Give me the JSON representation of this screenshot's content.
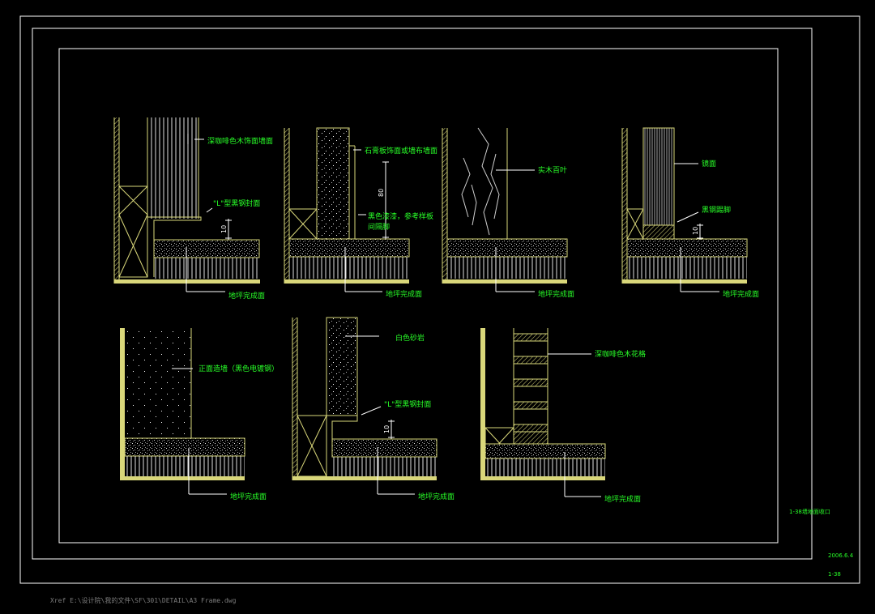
{
  "title_block": {
    "drawing_name": "1-38墙地面收口",
    "date": "2006.6.4",
    "sheet": "1-38"
  },
  "xref_path": "Xref E:\\设计院\\我的文件\\SF\\301\\DETAIL\\A3 Frame.dwg",
  "labels": {
    "d1_wall": "深咖啡色木饰面墙面",
    "d1_angle": "\"L\"型黑钢封面",
    "d1_floor": "地坪完成面",
    "d2_wall": "石膏板饰面或墙布墙面",
    "d2_paint": "黑色漆漆，参考样板",
    "d2_paint2": "间隔脚",
    "d2_floor": "地坪完成面",
    "d3_wall": "实木百叶",
    "d3_floor": "地坪完成面",
    "d4_wall": "镜面",
    "d4_trim": "黑钢踢脚",
    "d4_floor": "地坪完成面",
    "d5_wall": "正面造墙（黑色电镀钢）",
    "d5_floor": "地坪完成面",
    "d6_wall": "白色砂岩",
    "d6_angle": "\"L\"型黑钢封面",
    "d6_floor": "地坪完成面",
    "d7_wall": "深咖啡色木花格",
    "d7_floor": "地坪完成面"
  },
  "dimensions": {
    "d1_gap": "10",
    "d2_height": "80",
    "d4_gap": "10",
    "d6_gap": "10"
  },
  "colors": {
    "background": "#000000",
    "frame": "#ffffff",
    "wall_line": "#d9d77a",
    "text": "#28ff28",
    "xref": "#7d7d7d"
  }
}
